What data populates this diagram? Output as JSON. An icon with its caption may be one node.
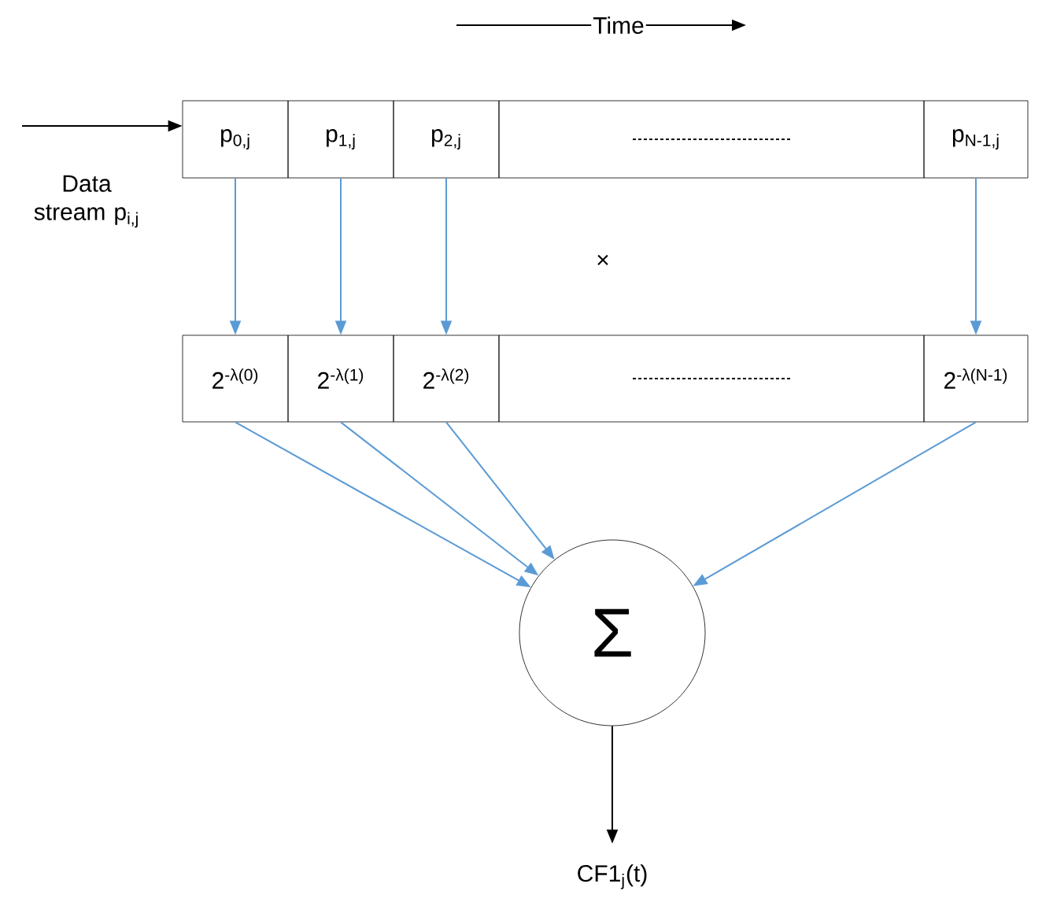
{
  "diagram": {
    "nodes": [
      {
        "text": [
          "p$_{0,j}$"
        ]
      },
      {
        "text": [
          "p$_{1,j}$"
        ]
      },
      {
        "text": [
          "p$_{2,j}$"
        ]
      },
      {
        "text": [],
        "shape": "box"
      },
      {
        "text": [
          "p$_{N-1,j}$"
        ]
      },
      {
        "text": [
          "2$^{-λ(0)}$"
        ]
      },
      {
        "text": [
          "2$^{-λ(1)}$"
        ]
      },
      {
        "text": [
          "2$^{-λ(2)}$"
        ]
      },
      {
        "text": [],
        "shape": "box"
      },
      {
        "text": [
          "2$^{-λ(N-1)}$"
        ]
      },
      {
        "text": [
          "Σ"
        ]
      },
      {
        "text": [
          "CF1$_{j}$(t)"
        ]
      }
    ],
    "edges": [
      {
        "from": null,
        "to": 0,
        "arrow": "to",
        "color": "#000000"
      },
      {
        "from": 0,
        "to": 5,
        "arrow": "to"
      },
      {
        "from": 1,
        "to": 6,
        "arrow": "to"
      },
      {
        "from": 2,
        "to": 7,
        "arrow": "to"
      },
      {
        "from": 4,
        "to": 9,
        "arrow": "to"
      },
      {
        "from": 5,
        "to": 10,
        "arrow": "to"
      },
      {
        "from": 6,
        "to": 10,
        "arrow": "to"
      },
      {
        "from": 7,
        "to": 10,
        "arrow": "to"
      },
      {
        "from": 9,
        "to": 10,
        "arrow": "to"
      },
      {
        "from": 10,
        "to": 11,
        "arrow": "to",
        "color": "#000000"
      }
    ],
    "labels": [
      "Time",
      "Data stream p$_{i,j}$",
      "×"
    ]
  }
}
